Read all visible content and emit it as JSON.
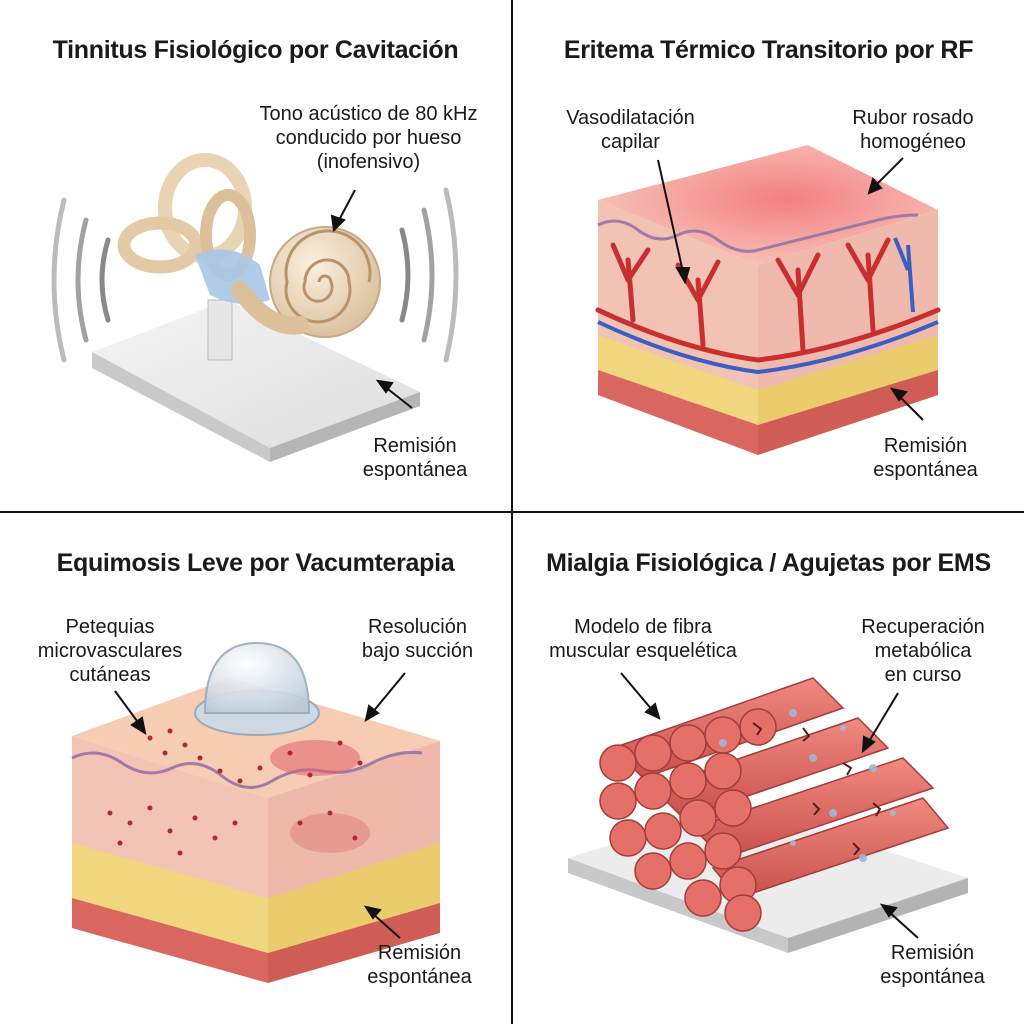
{
  "panels": [
    {
      "title": "Tinnitus Fisiológico por Cavitación",
      "labels": [
        "Tono acústico de 80 kHz",
        "conducido por hueso",
        "(inofensivo)",
        "Remisión",
        "espontánea"
      ]
    },
    {
      "title": "Eritema Térmico Transitorio por RF",
      "labels": [
        "Vasodilatación",
        "capilar",
        "Rubor rosado",
        "homogéneo",
        "Remisión",
        "espontánea"
      ]
    },
    {
      "title": "Equimosis Leve por Vacumterapia",
      "labels": [
        "Petequias",
        "microvasculares",
        "cutáneas",
        "Resolución",
        "bajo succión",
        "Remisión",
        "espontánea"
      ]
    },
    {
      "title": "Mialgia Fisiológica / Agujetas por EMS",
      "labels": [
        "Modelo de fibra",
        "muscular esquelética",
        "Recuperación",
        "metabólica",
        "en curso",
        "Remisión",
        "espontánea"
      ]
    }
  ]
}
